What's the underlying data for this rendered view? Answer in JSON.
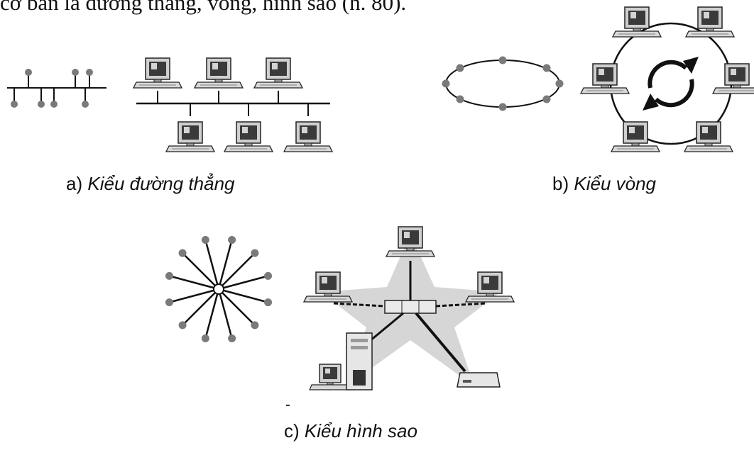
{
  "intro_text": "cơ bản là đường thẳng, vòng, hình sao (h. 80).",
  "panels": [
    {
      "letter": "a)",
      "label": "Kiểu đường thẳng"
    },
    {
      "letter": "b)",
      "label": "Kiểu vòng"
    },
    {
      "letter": "c)",
      "label": "Kiểu hình sao"
    }
  ],
  "colors": {
    "node": "#7a7a7a",
    "line": "#111111",
    "monitor_frame": "#d0d0d0",
    "screen": "#2d2d2d",
    "star_shade": "#d6d6d6"
  }
}
